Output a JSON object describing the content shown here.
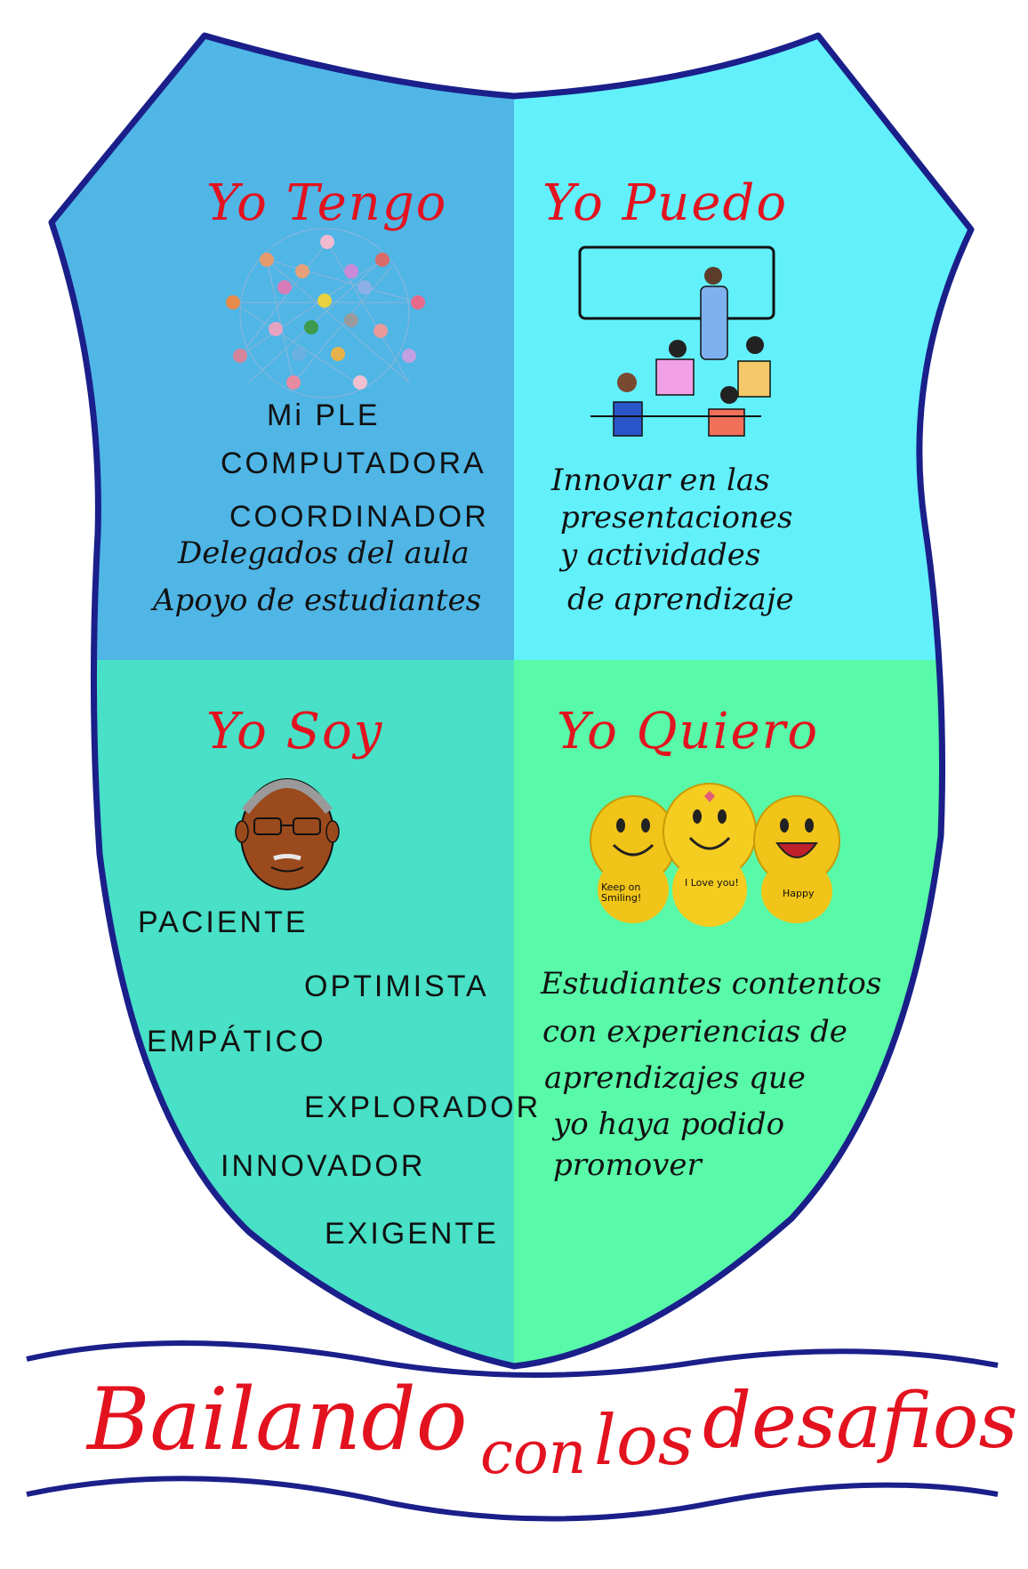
{
  "colors": {
    "outline": "#1a1f8a",
    "top_left": "#4fb6e6",
    "top_right": "#62f0fb",
    "bottom_left": "#48e0c6",
    "bottom_right": "#58f9a8",
    "title_red": "#e3121f",
    "banner_line": "#1a1f8a"
  },
  "quadrants": {
    "tengo": {
      "title": "Yo Tengo",
      "lines": [
        "Mi PLE",
        "COMPUTADORA",
        "COORDINADOR",
        "Delegados del aula",
        "Apoyo de estudiantes"
      ],
      "illustration": "network-icon"
    },
    "puedo": {
      "title": "Yo Puedo",
      "lines": [
        "Innovar en las",
        "presentaciones",
        "y actividades",
        "de aprendizaje"
      ],
      "illustration": "classroom-icon"
    },
    "soy": {
      "title": "Yo Soy",
      "lines": [
        "PACIENTE",
        "OPTIMISTA",
        "EMPÁTICO",
        "EXPLORADOR",
        "INNOVADOR",
        "EXIGENTE"
      ],
      "illustration": "portrait-face-icon"
    },
    "quiero": {
      "title": "Yo Quiero",
      "lines": [
        "Estudiantes contentos",
        "con experiencias de",
        "aprendizajes que",
        "yo haya podido",
        "promover"
      ],
      "illustration": "smiley-plush-icon",
      "plush_labels": [
        "Keep on Smiling!",
        "I Love you!",
        "Happy"
      ]
    }
  },
  "banner": {
    "words": [
      "Bailando",
      "con",
      "los",
      "desafios"
    ]
  }
}
